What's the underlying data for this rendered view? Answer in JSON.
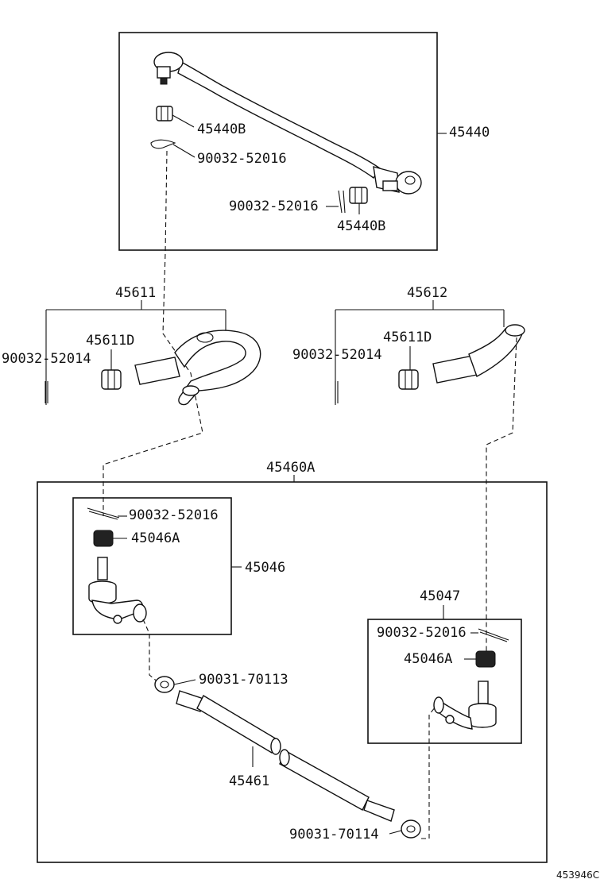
{
  "labels": {
    "p45440": "45440",
    "p45440b_top": "45440B",
    "p45440b_bottom": "45440B",
    "cotter_top_a": "90032-52016",
    "cotter_top_b": "90032-52016",
    "p45611": "45611",
    "p45611d_left": "45611D",
    "cotter_left": "90032-52014",
    "p45612": "45612",
    "p45611d_right": "45611D",
    "cotter_right": "90032-52014",
    "p45460a": "45460A",
    "p45046": "45046",
    "cotter_45046": "90032-52016",
    "nut_45046a_left": "45046A",
    "p45047": "45047",
    "cotter_45047": "90032-52016",
    "nut_45046a_right": "45046A",
    "nut_70113": "90031-70113",
    "p45461": "45461",
    "nut_70114": "90031-70114",
    "diagram_code": "453946C"
  }
}
